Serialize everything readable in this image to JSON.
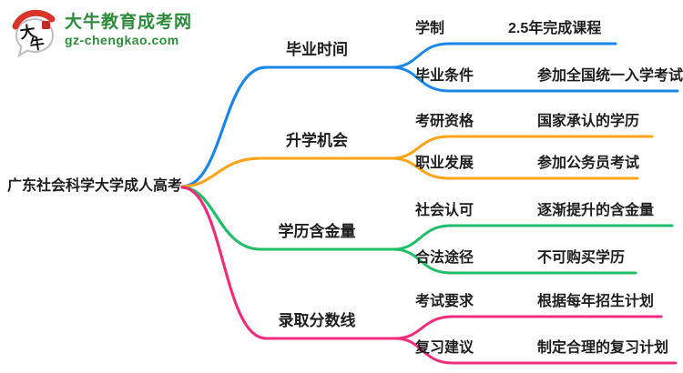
{
  "site": {
    "name": "大牛教育成考网",
    "url": "gz-chengkao.com",
    "logo_glyph_top": "大",
    "logo_glyph_bottom": "牛",
    "brand_green": "#2e8b3d",
    "logo_red": "#d7342a",
    "bubble_outline": "#b9bdc2"
  },
  "mindmap": {
    "root": "广东社会科学大学成人高考",
    "branches": [
      {
        "label": "毕业时间",
        "color": "#1a86e8",
        "children": [
          {
            "key": "学制",
            "value": "2.5年完成课程"
          },
          {
            "key": "毕业条件",
            "value": "参加全国统一入学考试"
          }
        ]
      },
      {
        "label": "升学机会",
        "color": "#ffa417",
        "children": [
          {
            "key": "考研资格",
            "value": "国家承认的学历"
          },
          {
            "key": "职业发展",
            "value": "参加公务员考试"
          }
        ]
      },
      {
        "label": "学历含金量",
        "color": "#22bd68",
        "children": [
          {
            "key": "社会认可",
            "value": "逐渐提升的含金量"
          },
          {
            "key": "合法途径",
            "value": "不可购买学历"
          }
        ]
      },
      {
        "label": "录取分数线",
        "color": "#ef2d7d",
        "children": [
          {
            "key": "考试要求",
            "value": "根据每年招生计划"
          },
          {
            "key": "复习建议",
            "value": "制定合理的复习计划"
          }
        ]
      }
    ]
  }
}
